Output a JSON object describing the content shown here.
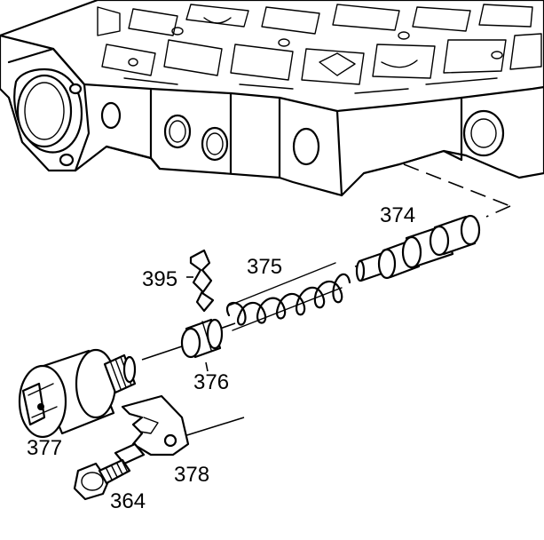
{
  "labels": {
    "p374": "374",
    "p375": "375",
    "p395": "395",
    "p376": "376",
    "p377": "377",
    "p378": "378",
    "p364": "364"
  },
  "colors": {
    "ink": "#000000",
    "paper": "#ffffff"
  }
}
